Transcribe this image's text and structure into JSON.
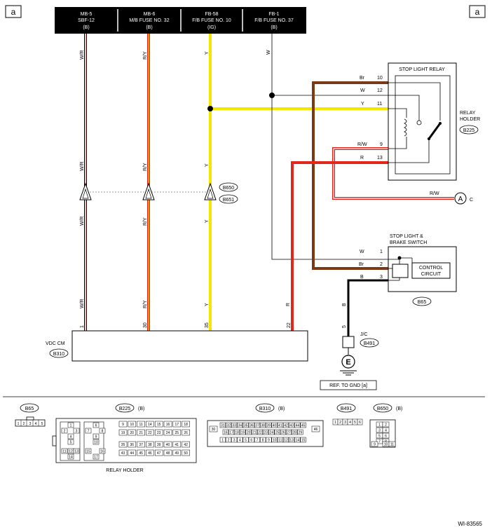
{
  "corner_tag": "a",
  "fuses": [
    {
      "line1": "MB-5",
      "line2": "SBF-12",
      "line3": "(B)"
    },
    {
      "line1": "MB-6",
      "line2": "M/B FUSE NO. 32",
      "line3": "(B)"
    },
    {
      "line1": "FB-58",
      "line2": "F/B FUSE NO. 10",
      "line3": "(IG)"
    },
    {
      "line1": "FB-1",
      "line2": "F/B FUSE NO. 37",
      "line3": "(B)"
    }
  ],
  "wire_labels": {
    "wr": "W/R",
    "ry": "R/Y",
    "y": "Y",
    "w": "W",
    "br": "Br",
    "b": "B",
    "rw": "R/W",
    "r": "R"
  },
  "relay": {
    "title": "STOP LIGHT RELAY",
    "holder_line1": "RELAY",
    "holder_line2": "HOLDER",
    "connector": "B225",
    "pins": [
      "10",
      "12",
      "11",
      "9",
      "13"
    ]
  },
  "inline_connectors": [
    "B650",
    "B651"
  ],
  "connector_a": {
    "letter": "A",
    "suffix": "C"
  },
  "switch": {
    "title_line1": "STOP LIGHT &",
    "title_line2": "BRAKE SWITCH",
    "control_line1": "CONTROL",
    "control_line2": "CIRCUIT",
    "connector": "B65",
    "pins": [
      "1",
      "2",
      "3"
    ]
  },
  "vdc": {
    "label": "VDC CM",
    "connector": "B310",
    "pins": [
      "1",
      "30",
      "35",
      "22"
    ]
  },
  "jc": {
    "label": "J/C",
    "connector": "B491",
    "pin": "5",
    "ground": "E",
    "ref": "REF. TO GND [a]"
  },
  "legend": {
    "b65": {
      "name": "B65",
      "cells": [
        "1",
        "2",
        "3",
        "4",
        "5"
      ]
    },
    "b225": {
      "name": "B225",
      "type": "(B)",
      "caption": "RELAY HOLDER",
      "left": [
        "1",
        "2",
        "3",
        "4",
        "5",
        "6",
        "7",
        "8",
        "9",
        "10",
        "11",
        "12",
        "13",
        "14",
        "15",
        "16",
        "17"
      ],
      "top": [
        "9",
        "10",
        "11",
        "14",
        "15",
        "16",
        "17",
        "18",
        "19",
        "20",
        "21",
        "22",
        "23",
        "24",
        "25",
        "26"
      ],
      "bottom": [
        "35",
        "36",
        "37",
        "38",
        "39",
        "40",
        "41",
        "42",
        "43",
        "44",
        "45",
        "46",
        "47",
        "48",
        "49",
        "50"
      ]
    },
    "b310": {
      "name": "B310",
      "type": "(B)",
      "row1": [
        "31",
        "32",
        "33",
        "34",
        "35",
        "36",
        "37",
        "38",
        "39",
        "40",
        "41",
        "42",
        "43",
        "44",
        "45"
      ],
      "row2": [
        "16",
        "17",
        "18",
        "19",
        "20",
        "21",
        "22",
        "23",
        "24",
        "25",
        "26",
        "27",
        "28",
        "29"
      ],
      "row3": [
        "1",
        "2",
        "3",
        "4",
        "5",
        "6",
        "7",
        "8",
        "9",
        "10",
        "11",
        "12",
        "13",
        "14",
        "15"
      ],
      "side": [
        "30",
        "46"
      ]
    },
    "b491": {
      "name": "B491",
      "cells": [
        "1",
        "2",
        "3",
        "4",
        "5",
        "6"
      ]
    },
    "b650": {
      "name": "B650",
      "type": "(B)",
      "cells": [
        "1",
        "2",
        "3",
        "4",
        "5",
        "6",
        "7",
        "8",
        "9",
        "10",
        "11"
      ]
    }
  },
  "figure_id": "WI-83565"
}
